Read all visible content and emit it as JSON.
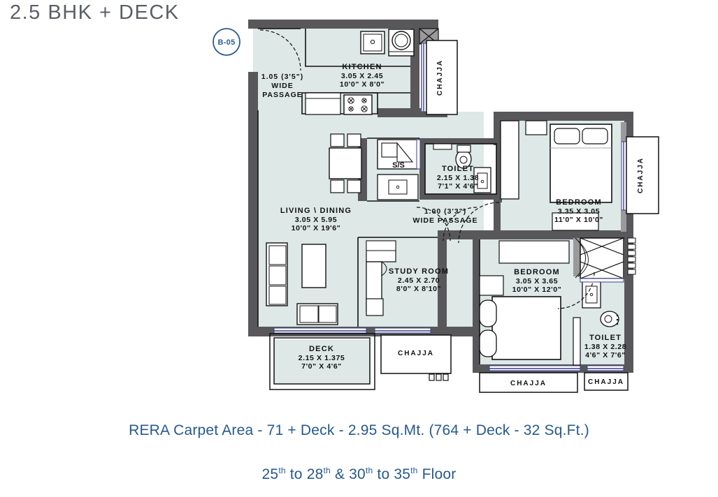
{
  "page": {
    "title": "2.5 BHK + DECK",
    "unit_badge": "B-05"
  },
  "colors": {
    "floor_fill": "#dde8e7",
    "wall_dark": "#58585a",
    "wall_mid": "#9a9a9c",
    "text_blue": "#265a8c",
    "title_gray": "#5b5f66",
    "window_blue": "#3b3f8f"
  },
  "rooms": [
    {
      "name": "KITCHEN",
      "dim_metric": "3.05 X 2.45",
      "dim_imperial": "10'0\" X 8'0\""
    },
    {
      "name": "LIVING \\ DINING",
      "dim_metric": "3.05 X 5.95",
      "dim_imperial": "10'0\" X 19'6\""
    },
    {
      "name": "TOILET",
      "dim_metric": "2.15 X 1.38",
      "dim_imperial": "7'1\" X 4'6\""
    },
    {
      "name": "BEDROOM",
      "dim_metric": "3.35 X 3.05",
      "dim_imperial": "11'0\" X 10'0\""
    },
    {
      "name": "STUDY ROOM",
      "dim_metric": "2.45 X 2.70",
      "dim_imperial": "8'0\" X 8'10\""
    },
    {
      "name": "BEDROOM",
      "dim_metric": "3.05 X 3.65",
      "dim_imperial": "10'0\" X 12'0\""
    },
    {
      "name": "TOILET",
      "dim_metric": "1.38 X 2.28",
      "dim_imperial": "4'6\" X 7'6\""
    },
    {
      "name": "DECK",
      "dim_metric": "2.15 X 1.375",
      "dim_imperial": "7'0\" X 4'6\""
    }
  ],
  "passages": [
    {
      "width_label": "1.05 (3'5\")",
      "line2": "WIDE",
      "line3": "PASSAGE"
    },
    {
      "width_label": "1.00 (3'3\")",
      "line2": "WIDE PASSAGE"
    }
  ],
  "chajjas": [
    {
      "id": "chajja-kitchen",
      "label": "CHAJJA",
      "orientation": "vertical"
    },
    {
      "id": "chajja-bedroom1",
      "label": "CHAJJA",
      "orientation": "vertical"
    },
    {
      "id": "chajja-study",
      "label": "CHAJJA",
      "orientation": "horizontal"
    },
    {
      "id": "chajja-bedroom2",
      "label": "CHAJJA",
      "orientation": "horizontal"
    },
    {
      "id": "chajja-toilet2",
      "label": "CHAJJA",
      "orientation": "horizontal"
    }
  ],
  "annotations": {
    "service_slab": "S/S"
  },
  "footer": {
    "rera_line": "RERA Carpet Area - 71 + Deck - 2.95 Sq.Mt. (764 + Deck - 32 Sq.Ft.)",
    "floor_prefix": "25",
    "floor_sup1": "th",
    "floor_mid1": " to 28",
    "floor_sup2": "th",
    "floor_mid2": " & 30",
    "floor_sup3": "th",
    "floor_mid3": " to 35",
    "floor_sup4": "th",
    "floor_suffix": " Floor"
  }
}
